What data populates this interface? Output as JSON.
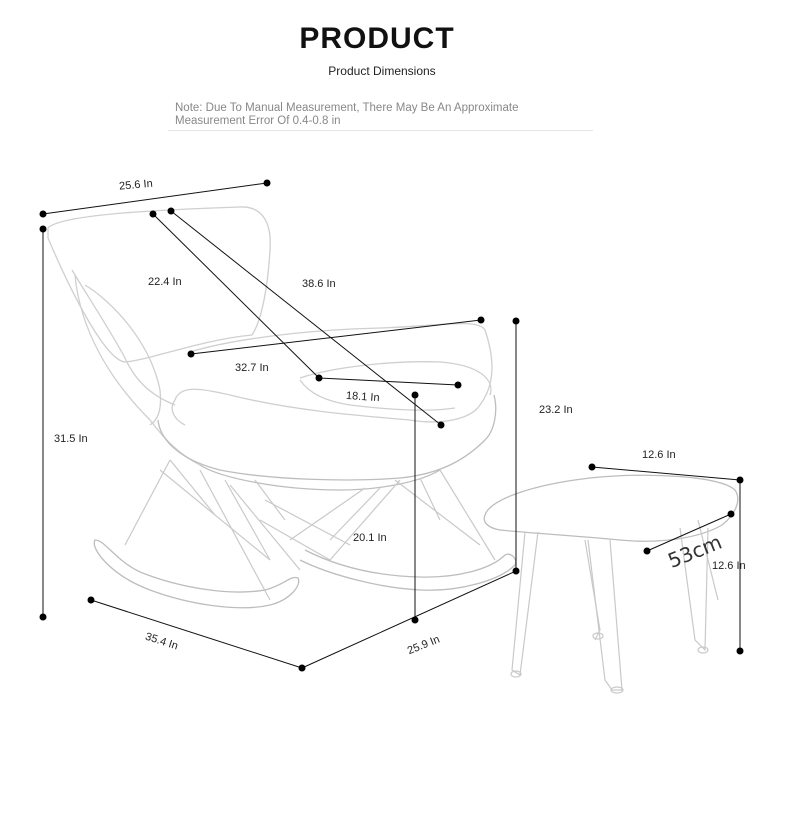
{
  "header": {
    "title": "PRODUCT",
    "subtitle": "Product Dimensions"
  },
  "note": {
    "line1": "Note: Due To Manual Measurement, There May Be An Approximate",
    "line2": "Measurement Error Of 0.4-0.8 in"
  },
  "chair": {
    "back_width": "25.6 In",
    "back_height": "22.4 In",
    "diagonal": "38.6 In",
    "overall_height": "31.5 In",
    "seat_width": "32.7 In",
    "seat_depth": "18.1 In",
    "seat_height": "20.1 In",
    "arm_height": "23.2 In",
    "base_length": "35.4 In",
    "base_width": "25.9 In"
  },
  "ottoman": {
    "length": "12.6 In",
    "height": "12.6 In",
    "width_cm": "53cm"
  }
}
